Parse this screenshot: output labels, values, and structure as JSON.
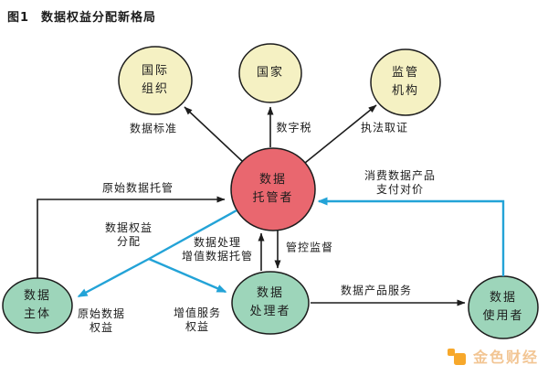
{
  "title": {
    "prefix": "图1",
    "text": "数据权益分配新格局"
  },
  "nodes": {
    "international_org": {
      "lines": [
        "国际",
        "组织"
      ]
    },
    "state": {
      "lines": [
        "国家"
      ]
    },
    "regulator": {
      "lines": [
        "监管",
        "机构"
      ]
    },
    "custodian": {
      "lines": [
        "数据",
        "托管者"
      ]
    },
    "subject": {
      "lines": [
        "数据",
        "主体"
      ]
    },
    "processor": {
      "lines": [
        "数据",
        "处理者"
      ]
    },
    "user": {
      "lines": [
        "数据",
        "使用者"
      ]
    }
  },
  "edges": {
    "data_standards": {
      "label": "数据标准"
    },
    "digital_tax": {
      "label": "数字税"
    },
    "law_enforcement": {
      "label": "执法取证"
    },
    "original_custody": {
      "label": "原始数据托管"
    },
    "consume_payment": {
      "lines": [
        "消费数据产品",
        "支付对价"
      ]
    },
    "rights_distribution": {
      "lines": [
        "数据权益",
        "分配"
      ]
    },
    "processing_custody": {
      "lines": [
        "数据处理",
        "增值数据托管"
      ]
    },
    "supervision": {
      "label": "管控监督"
    },
    "original_rights": {
      "lines": [
        "原始数据",
        "权益"
      ]
    },
    "value_added_rights": {
      "lines": [
        "增值服务",
        "权益"
      ]
    },
    "product_service": {
      "label": "数据产品服务"
    }
  },
  "watermark": {
    "brand": "金色财经"
  },
  "colors": {
    "ink": "#1c1c1c",
    "node-yellow": "#f5f1c3",
    "node-red": "#e9676f",
    "node-green": "#9dd5ba",
    "accent-blue": "#23a3d7",
    "brand-orange": "#f7a82b",
    "brand-text": "#f2c593",
    "bg": "#ffffff"
  }
}
